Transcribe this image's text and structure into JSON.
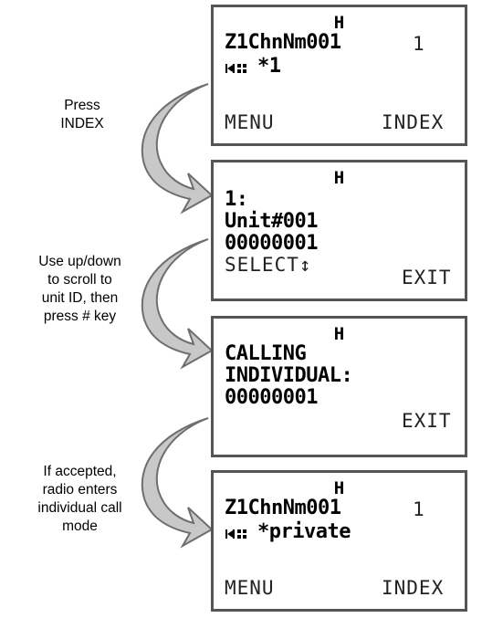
{
  "captions": [
    {
      "lines": [
        "Press",
        "INDEX"
      ]
    },
    {
      "lines": [
        "Use up/down",
        "to scroll to",
        "unit ID, then",
        "press # key"
      ]
    },
    {
      "lines": [
        "If accepted,",
        "radio enters",
        "individual call",
        "mode"
      ]
    }
  ],
  "screens": [
    {
      "indicator": "H",
      "line1": "Z1ChnNm001",
      "line1_right": "1",
      "status_icon": "scan-grid-icon",
      "status_text": "*1",
      "softkey_left": "MENU",
      "softkey_right": "INDEX"
    },
    {
      "indicator": "H",
      "line1": "1:",
      "line2": "Unit#001",
      "line3": "00000001",
      "softkey_left": "SELECT↕",
      "softkey_right": "EXIT"
    },
    {
      "indicator": "H",
      "line1": "CALLING",
      "line2": "INDIVIDUAL:",
      "line3": "00000001",
      "softkey_right": "EXIT"
    },
    {
      "indicator": "H",
      "line1": "Z1ChnNm001",
      "line1_right": "1",
      "status_icon": "scan-grid-icon",
      "status_text": "*private",
      "softkey_left": "MENU",
      "softkey_right": "INDEX"
    }
  ],
  "colors": {
    "frame": "#555555",
    "arrow_fill": "#c8c8c8",
    "arrow_stroke": "#6e6e6e"
  }
}
